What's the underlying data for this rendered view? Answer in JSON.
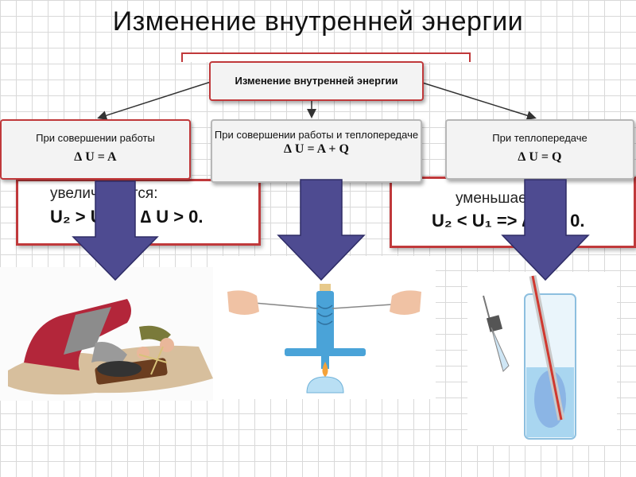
{
  "title": "Изменение внутренней энергии",
  "diagram": {
    "root": "Изменение внутренней энергии",
    "branches": [
      {
        "label": "При совершении работы",
        "formula": "∆ U = A"
      },
      {
        "label": "При совершении работы и теплопередаче",
        "formula": "∆ U = A + Q"
      },
      {
        "label": "При теплопередаче",
        "formula": "∆ U = Q"
      }
    ],
    "background_cards": [
      {
        "line1": "увеличивается:",
        "line2": "U₂ > U₁ => ∆ U > 0."
      },
      {
        "line1": "уменьшается:",
        "line2": "U₂ < U₁ => ∆ U < 0."
      }
    ]
  },
  "colors": {
    "arrow_fill": "#4e4b91",
    "box_border_red": "#c0393b",
    "box_fill": "#f3f3f3"
  }
}
